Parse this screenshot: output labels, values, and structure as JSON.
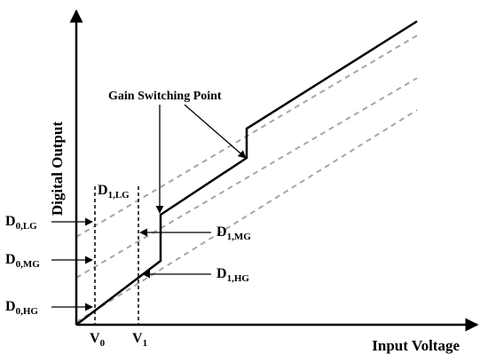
{
  "axes": {
    "y_label": "Digital Output",
    "x_label": "Input Voltage"
  },
  "annotation": {
    "gain_switching": "Gain Switching Point"
  },
  "x_marks": {
    "v0": {
      "base": "V",
      "sub": "0"
    },
    "v1": {
      "base": "V",
      "sub": "1"
    }
  },
  "levels": {
    "d0_lg": {
      "base": "D",
      "sub": "0,LG"
    },
    "d0_mg": {
      "base": "D",
      "sub": "0,MG"
    },
    "d0_hg": {
      "base": "D",
      "sub": "0,HG"
    },
    "d1_lg": {
      "base": "D",
      "sub": "1,LG"
    },
    "d1_mg": {
      "base": "D",
      "sub": "1,MG"
    },
    "d1_hg": {
      "base": "D",
      "sub": "1,HG"
    }
  },
  "colors": {
    "axis": "#000000",
    "solid_line": "#000000",
    "dashed_line": "#a6a6a6",
    "marker_line": "#000000"
  }
}
